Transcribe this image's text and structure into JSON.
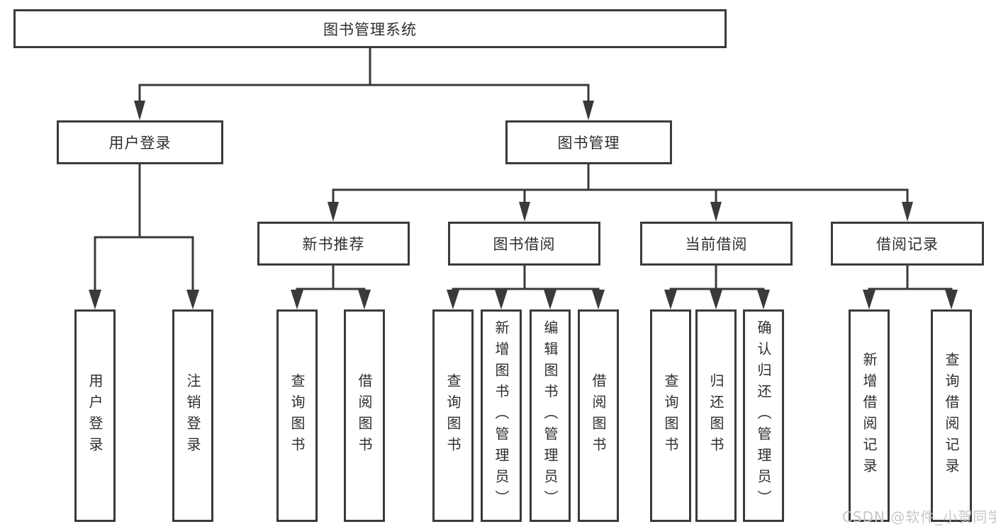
{
  "title": "图书管理系统",
  "watermark": "CSDN @软件_小贺同学",
  "colors": {
    "line": "#3a3a3a",
    "box_border": "#3a3a3a",
    "text": "#2e2e2e",
    "watermark": "#c6c6c6",
    "background": "#ffffff"
  },
  "nodes": {
    "root": {
      "label": "图书管理系统"
    },
    "l1": [
      {
        "label": "用户登录",
        "parent": "图书管理系统"
      },
      {
        "label": "图书管理",
        "parent": "图书管理系统"
      }
    ],
    "l2": [
      {
        "label": "新书推荐",
        "parent": "图书管理"
      },
      {
        "label": "图书借阅",
        "parent": "图书管理"
      },
      {
        "label": "当前借阅",
        "parent": "图书管理"
      },
      {
        "label": "借阅记录",
        "parent": "图书管理"
      }
    ],
    "leaves": [
      {
        "label": "用户登录",
        "parent": "用户登录"
      },
      {
        "label": "注销登录",
        "parent": "用户登录"
      },
      {
        "label": "查询图书",
        "parent": "新书推荐"
      },
      {
        "label": "借阅图书",
        "parent": "新书推荐"
      },
      {
        "label": "查询图书",
        "parent": "图书借阅"
      },
      {
        "label": "新增图书（管理员）",
        "parent": "图书借阅"
      },
      {
        "label": "编辑图书（管理员）",
        "parent": "图书借阅"
      },
      {
        "label": "借阅图书",
        "parent": "图书借阅"
      },
      {
        "label": "查询图书",
        "parent": "当前借阅"
      },
      {
        "label": "归还图书",
        "parent": "当前借阅"
      },
      {
        "label": "确认归还（管理员）",
        "parent": "当前借阅"
      },
      {
        "label": "新增借阅记录",
        "parent": "借阅记录"
      },
      {
        "label": "查询借阅记录",
        "parent": "借阅记录"
      }
    ]
  }
}
